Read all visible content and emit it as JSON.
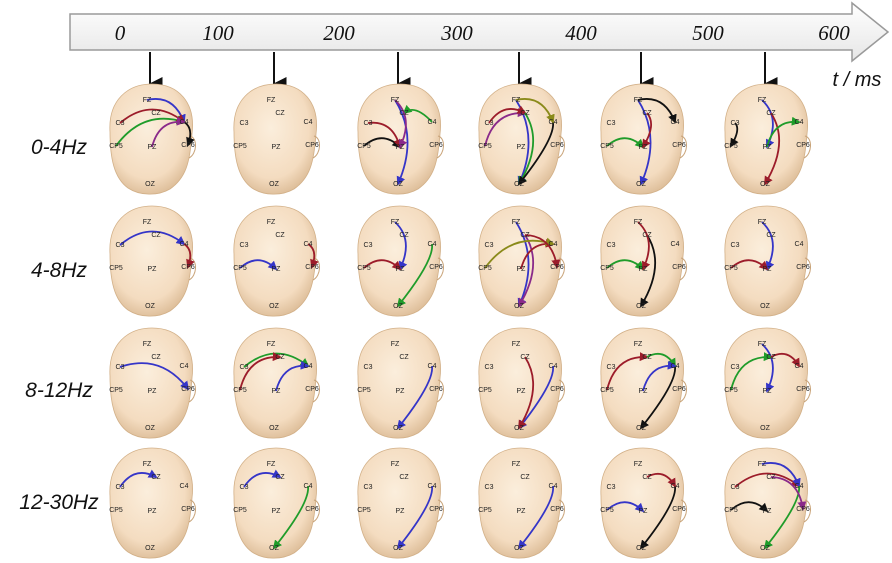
{
  "timeline": {
    "ticks": [
      "0",
      "100",
      "200",
      "300",
      "400",
      "500",
      "600"
    ],
    "unit": "t / ms",
    "colors": {
      "bar_fill": "#ffffff",
      "bar_stroke": "#999999"
    }
  },
  "bands": [
    "0-4Hz",
    "4-8Hz",
    "8-12Hz",
    "12-30Hz"
  ],
  "electrodes": [
    "FZ",
    "CZ",
    "C3",
    "C4",
    "CP5",
    "CP6",
    "PZ",
    "OZ"
  ],
  "colors": {
    "head": "#f4dcc0",
    "blue": "#3535c8",
    "dark_red": "#9c1c2a",
    "green": "#1f9c2a",
    "black": "#111111",
    "purple": "#8a2a8a",
    "olive": "#8a8a1a"
  },
  "connections": [
    [
      [
        [
          "FZ",
          "C4",
          "blue"
        ],
        [
          "CP5",
          "C4",
          "green"
        ],
        [
          "C3",
          "C4",
          "dark_red"
        ],
        [
          "C4",
          "CP6",
          "black"
        ],
        [
          "PZ",
          "C4",
          "purple"
        ]
      ],
      [],
      [
        [
          "FZ",
          "OZ",
          "blue"
        ],
        [
          "CP5",
          "PZ",
          "black"
        ],
        [
          "C3",
          "PZ",
          "dark_red"
        ],
        [
          "C4",
          "CZ",
          "green"
        ],
        [
          "FZ",
          "PZ",
          "purple"
        ]
      ],
      [
        [
          "FZ",
          "OZ",
          "blue"
        ],
        [
          "CP5",
          "CZ",
          "purple"
        ],
        [
          "C3",
          "CZ",
          "dark_red"
        ],
        [
          "CZ",
          "OZ",
          "green"
        ],
        [
          "C4",
          "OZ",
          "black"
        ],
        [
          "FZ",
          "C4",
          "olive"
        ]
      ],
      [
        [
          "FZ",
          "OZ",
          "blue"
        ],
        [
          "CP5",
          "PZ",
          "green"
        ],
        [
          "CZ",
          "PZ",
          "dark_red"
        ],
        [
          "FZ",
          "C4",
          "black"
        ]
      ],
      [
        [
          "C3",
          "CP5",
          "black"
        ],
        [
          "FZ",
          "PZ",
          "blue"
        ],
        [
          "CZ",
          "OZ",
          "dark_red"
        ],
        [
          "PZ",
          "C4",
          "green"
        ]
      ]
    ],
    [
      [
        [
          "C3",
          "C4",
          "blue"
        ],
        [
          "C4",
          "CP6",
          "dark_red"
        ]
      ],
      [
        [
          "CP5",
          "PZ",
          "blue"
        ],
        [
          "C4",
          "CP6",
          "dark_red"
        ]
      ],
      [
        [
          "FZ",
          "PZ",
          "blue"
        ],
        [
          "CP5",
          "PZ",
          "dark_red"
        ],
        [
          "C4",
          "OZ",
          "green"
        ]
      ],
      [
        [
          "FZ",
          "OZ",
          "blue"
        ],
        [
          "CZ",
          "OZ",
          "purple"
        ],
        [
          "PZ",
          "C4",
          "dark_red"
        ],
        [
          "CP5",
          "C4",
          "olive"
        ],
        [
          "CZ",
          "CP6",
          "dark_red"
        ]
      ],
      [
        [
          "CP5",
          "PZ",
          "green"
        ],
        [
          "CZ",
          "OZ",
          "black"
        ],
        [
          "FZ",
          "PZ",
          "dark_red"
        ]
      ],
      [
        [
          "FZ",
          "PZ",
          "blue"
        ],
        [
          "CP5",
          "PZ",
          "dark_red"
        ]
      ]
    ],
    [
      [
        [
          "C3",
          "CP6",
          "blue"
        ]
      ],
      [
        [
          "C3",
          "C4",
          "green"
        ],
        [
          "CP5",
          "CZ",
          "dark_red"
        ],
        [
          "PZ",
          "C4",
          "blue"
        ]
      ],
      [
        [
          "C4",
          "OZ",
          "blue"
        ]
      ],
      [
        [
          "C4",
          "OZ",
          "blue"
        ],
        [
          "CZ",
          "OZ",
          "dark_red"
        ]
      ],
      [
        [
          "CP5",
          "CZ",
          "dark_red"
        ],
        [
          "C4",
          "OZ",
          "black"
        ],
        [
          "CZ",
          "C4",
          "green"
        ],
        [
          "PZ",
          "C4",
          "blue"
        ]
      ],
      [
        [
          "FZ",
          "PZ",
          "blue"
        ],
        [
          "CP5",
          "CZ",
          "green"
        ],
        [
          "CZ",
          "C4",
          "dark_red"
        ]
      ]
    ],
    [
      [
        [
          "C3",
          "CZ",
          "blue"
        ]
      ],
      [
        [
          "C3",
          "CZ",
          "blue"
        ],
        [
          "C4",
          "OZ",
          "green"
        ]
      ],
      [
        [
          "C4",
          "OZ",
          "blue"
        ]
      ],
      [
        [
          "C4",
          "OZ",
          "blue"
        ]
      ],
      [
        [
          "CP5",
          "PZ",
          "blue"
        ],
        [
          "C4",
          "OZ",
          "black"
        ],
        [
          "CZ",
          "C4",
          "dark_red"
        ]
      ],
      [
        [
          "C3",
          "C4",
          "dark_red"
        ],
        [
          "FZ",
          "C4",
          "blue"
        ],
        [
          "CP5",
          "PZ",
          "black"
        ],
        [
          "C4",
          "OZ",
          "green"
        ],
        [
          "CZ",
          "CP6",
          "purple"
        ]
      ]
    ]
  ]
}
